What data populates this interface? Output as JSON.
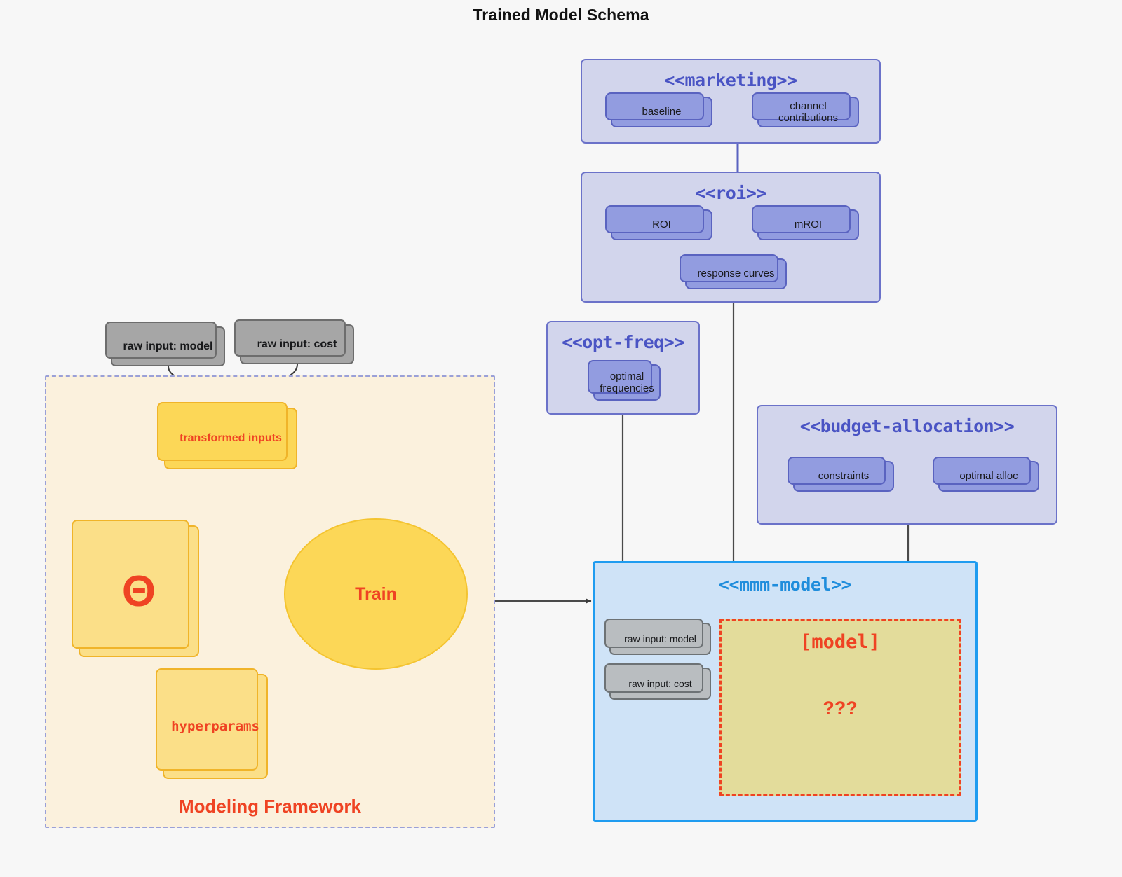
{
  "page": {
    "title": "Trained Model Schema",
    "background": "#f7f7f7"
  },
  "colors": {
    "package_fill": "#d2d5ec",
    "package_border": "#6b72c9",
    "package_title": "#4a54c4",
    "node_fill": "#929ce0",
    "node_border": "#5a63c0",
    "grey_fill": "#a6a6a6",
    "grey_border": "#6d6d6d",
    "framework_fill": "#fbf1dd",
    "framework_border": "#9aa0d8",
    "yellow_fill": "#fcd757",
    "yellow_border": "#f0b429",
    "accent_red": "#ef4323",
    "mmm_fill": "#cfe3f7",
    "mmm_border": "#1f9cf0",
    "model_box_fill": "#e3dc9b"
  },
  "packages": {
    "marketing": {
      "title": "<<marketing>>",
      "nodes": [
        {
          "label": "baseline"
        },
        {
          "label": "channel contributions"
        }
      ]
    },
    "roi": {
      "title": "<<roi>>",
      "nodes": [
        {
          "label": "ROI"
        },
        {
          "label": "mROI"
        },
        {
          "label": "response curves"
        }
      ]
    },
    "opt_freq": {
      "title": "<<opt-freq>>",
      "nodes": [
        {
          "label": "optimal\nfrequencies",
          "line1": "optimal",
          "line2": "frequencies"
        }
      ]
    },
    "budget_allocation": {
      "title": "<<budget-allocation>>",
      "nodes": [
        {
          "label": "constraints"
        },
        {
          "label": "optimal alloc"
        }
      ]
    },
    "mmm_model": {
      "title": "<<mmm-model>>",
      "inputs": [
        {
          "label": "raw input: model"
        },
        {
          "label": "raw input: cost"
        }
      ],
      "model_box": {
        "title": "[model]",
        "question": "???"
      }
    }
  },
  "framework": {
    "label": "Modeling Framework",
    "raw_inputs": [
      {
        "label": "raw input: model"
      },
      {
        "label": "raw input: cost"
      }
    ],
    "transformed_inputs": {
      "label": "transformed inputs"
    },
    "theta": {
      "label": "Θ"
    },
    "hyperparams": {
      "label": "hyperparams"
    },
    "train": {
      "label": "Train"
    }
  }
}
